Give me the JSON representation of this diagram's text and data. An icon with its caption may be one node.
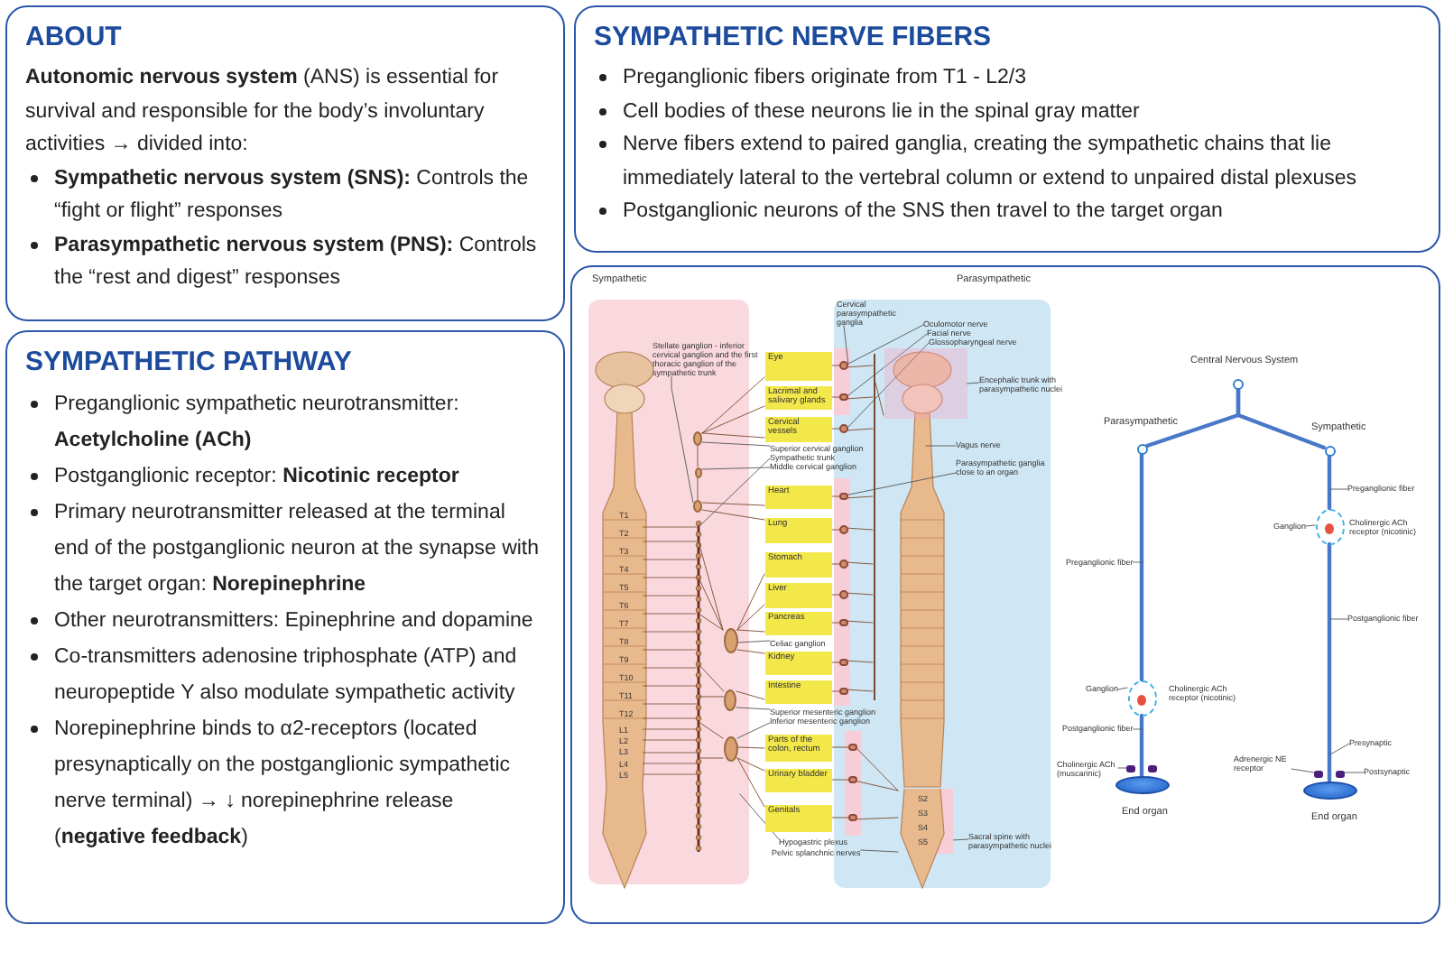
{
  "diagram": {
    "nodes": [
      {
        "text": [
          "ABOUT",
          "**Autonomic nervous system** (ANS) is essential for survival and responsible for the body’s involuntary activities → divided into:",
          "**Sympathetic nervous system (SNS):** Controls the “fight or flight” responses",
          "**Parasympathetic nervous system (PNS):** Controls the “rest and digest” responses"
        ]
      },
      {
        "text": [
          "SYMPATHETIC NERVE FIBERS",
          "Preganglionic fibers originate from T1 - L2/3",
          "Cell bodies of these neurons lie in the spinal gray matter",
          "Nerve fibers extend to paired ganglia, creating the sympathetic chains that lie immediately lateral to the vertebral column or extend to unpaired distal plexuses",
          "Postganglionic neurons of the SNS then travel to the target organ"
        ]
      },
      {
        "text": [
          "SYMPATHETIC PATHWAY",
          "Preganglionic sympathetic neurotransmitter: **Acetylcholine (ACh)**",
          "Postganglionic receptor: **Nicotinic receptor**",
          "Primary neurotransmitter released at the terminal end of the postganglionic neuron at the synapse with the target organ: **Norepinephrine**",
          "Other neurotransmitters: Epinephrine and dopamine",
          "Co-transmitters adenosine triphosphate (ATP) and neuropeptide Y also modulate sympathetic activity",
          "Norepinephrine binds to α2-receptors (located presynaptically on the postganglionic sympathetic nerve terminal) → ↓ norepinephrine release (**negative feedback**)"
        ]
      },
      {
        "text": [],
        "shape": "box"
      },
      {
        "text": [
          "Eye"
        ],
        "in": 3
      },
      {
        "text": [
          "Lacrimal and salivary glands"
        ],
        "in": 3
      },
      {
        "text": [
          "Cervical vessels"
        ],
        "in": 3
      },
      {
        "text": [
          "Heart"
        ],
        "in": 3
      },
      {
        "text": [
          "Lung"
        ],
        "in": 3
      },
      {
        "text": [
          "Stomach"
        ],
        "in": 3
      },
      {
        "text": [
          "Liver"
        ],
        "in": 3
      },
      {
        "text": [
          "Pancreas"
        ],
        "in": 3
      },
      {
        "text": [
          "Kidney"
        ],
        "in": 3
      },
      {
        "text": [
          "Intestine"
        ],
        "in": 3
      },
      {
        "text": [
          "Parts of the colon, rectum"
        ],
        "in": 3
      },
      {
        "text": [
          "Urinary bladder"
        ],
        "in": 3
      },
      {
        "text": [
          "Genitals"
        ],
        "in": 3
      },
      {
        "text": [
          "Stellate ganglion - inferior cervical ganglion and the first thoracic ganglion of the sympathetic trunk"
        ],
        "in": 3
      },
      {
        "text": [
          "Superior cervical ganglion"
        ],
        "in": 3
      },
      {
        "text": [
          "Sympathetic trunk"
        ],
        "in": 3
      },
      {
        "text": [
          "Middle cervical ganglion"
        ],
        "in": 3
      },
      {
        "text": [
          "Celiac ganglion"
        ],
        "in": 3
      },
      {
        "text": [
          "Superior mesenteric ganglion"
        ],
        "in": 3
      },
      {
        "text": [
          "Inferior mesenteric ganglion"
        ],
        "in": 3
      },
      {
        "text": [
          "Hypogastric plexus"
        ],
        "in": 3
      },
      {
        "text": [
          "Pelvic splanchnic nerves"
        ],
        "in": 3
      },
      {
        "text": [
          "Cervical parasympathetic ganglia"
        ],
        "in": 3
      },
      {
        "text": [
          "Oculomotor nerve"
        ],
        "in": 3
      },
      {
        "text": [
          "Facial nerve"
        ],
        "in": 3
      },
      {
        "text": [
          "Glossopharyngeal nerve"
        ],
        "in": 3
      },
      {
        "text": [
          "Encephalic trunk with parasympathetic nuclei"
        ],
        "in": 3
      },
      {
        "text": [
          "Vagus nerve"
        ],
        "in": 3
      },
      {
        "text": [
          "Parasympathetic ganglia close to an organ"
        ],
        "in": 3
      },
      {
        "text": [
          "Sacral spine with parasympathetic nuclei"
        ],
        "in": 3
      },
      {
        "text": [],
        "shape": "circle",
        "in": 3,
        "beside": [
          "Central Nervous System"
        ]
      },
      {
        "text": [],
        "shape": "circle",
        "in": 3,
        "beside": [
          "Parasympathetic"
        ]
      },
      {
        "text": [],
        "shape": "circle",
        "in": 3,
        "beside": [
          "Sympathetic"
        ]
      },
      {
        "text": [],
        "shape": "circle",
        "in": 3,
        "beside": [
          "Cholinergic ACh receptor (nicotinic)"
        ]
      },
      {
        "text": [],
        "shape": "circle",
        "in": 3,
        "beside": [
          "Cholinergic ACh receptor (nicotinic)"
        ]
      },
      {
        "text": [],
        "shape": "cylinder",
        "in": 3,
        "beside": [
          "End organ"
        ]
      },
      {
        "text": [],
        "shape": "cylinder",
        "in": 3,
        "beside": [
          "End organ"
        ]
      },
      {
        "text": [
          "Preganglionic fiber"
        ],
        "in": 3
      },
      {
        "text": [
          "Ganglion"
        ],
        "in": 3
      },
      {
        "text": [
          "Postganglionic fiber"
        ],
        "in": 3
      },
      {
        "text": [
          "Cholinergic ACh (muscarinic)"
        ],
        "in": 3
      },
      {
        "text": [
          "Preganglionic fiber"
        ],
        "in": 3
      },
      {
        "text": [
          "Ganglion"
        ],
        "in": 3
      },
      {
        "text": [
          "Postganglionic fiber"
        ],
        "in": 3
      },
      {
        "text": [
          "Presynaptic"
        ],
        "in": 3
      },
      {
        "text": [
          "Adrenergic NE receptor"
        ],
        "in": 3
      },
      {
        "text": [
          "Postsynaptic"
        ],
        "in": 3
      },
      {
        "text": [],
        "shape": "circle",
        "in": 77
      },
      {
        "text": [],
        "shape": "circle",
        "in": 77
      },
      {
        "text": [],
        "shape": "circle",
        "in": 77
      },
      {
        "text": [],
        "shape": "circle",
        "in": 3
      },
      {
        "text": [],
        "shape": "circle",
        "in": 3
      },
      {
        "text": [],
        "shape": "circle",
        "in": 3
      },
      {
        "text": [],
        "shape": "circle",
        "in": 3
      },
      {
        "text": [],
        "shape": "circle",
        "in": 3
      },
      {
        "text": [],
        "shape": "circle",
        "in": 3
      },
      {
        "text": [],
        "shape": "circle",
        "in": 3
      },
      {
        "text": [],
        "shape": "circle",
        "in": 3
      },
      {
        "text": [],
        "shape": "circle",
        "in": 3
      },
      {
        "text": [],
        "shape": "circle",
        "in": 3
      },
      {
        "text": [],
        "shape": "circle",
        "in": 3
      },
      {
        "text": [],
        "shape": "circle",
        "in": 3
      },
      {
        "text": [],
        "shape": "circle",
        "in": 3
      },
      {
        "text": [],
        "shape": "circle",
        "in": 3
      },
      {
        "text": [],
        "shape": "circle",
        "in": 3
      },
      {
        "text": [],
        "shape": "circle",
        "in": 3
      },
      {
        "text": [],
        "shape": "bar",
        "in": 3
      },
      {
        "text": [],
        "shape": "box",
        "in": 3
      },
      {
        "text": [],
        "shape": "box",
        "in": 3
      },
      {
        "text": [],
        "shape": "box",
        "in": 3
      },
      {
        "text": [],
        "shape": "box",
        "in": 3
      },
      {
        "text": [
          "S2",
          "S3",
          "S4",
          "S5"
        ],
        "in": 3
      },
      {
        "text": [],
        "shape": "box",
        "in": 3
      },
      {
        "text": [],
        "shape": "picture",
        "in": 3
      },
      {
        "text": [],
        "shape": "picture",
        "in": 3
      }
    ],
    "edges": [
      {
        "from": 51,
        "to": 4,
        "arrow": "none"
      },
      {
        "from": 51,
        "to": 5,
        "arrow": "none"
      },
      {
        "from": 51,
        "to": 6,
        "arrow": "none"
      },
      {
        "from": 53,
        "to": 7,
        "arrow": "none"
      },
      {
        "from": 53,
        "to": 8,
        "arrow": "none"
      },
      {
        "from": 54,
        "to": 9,
        "arrow": "none"
      },
      {
        "from": 54,
        "to": 10,
        "arrow": "none"
      },
      {
        "from": 54,
        "to": 11,
        "arrow": "none"
      },
      {
        "from": 54,
        "to": 12,
        "arrow": "none"
      },
      {
        "from": 55,
        "to": 13,
        "arrow": "none"
      },
      {
        "from": 56,
        "to": 14,
        "arrow": "none"
      },
      {
        "from": 56,
        "to": 15,
        "arrow": "none"
      },
      {
        "from": 56,
        "to": 16,
        "arrow": "none"
      },
      {
        "from": 4,
        "to": 57,
        "arrow": "none"
      },
      {
        "from": 5,
        "to": 58,
        "arrow": "none"
      },
      {
        "from": 6,
        "to": 59,
        "arrow": "none"
      },
      {
        "from": 7,
        "to": 60,
        "arrow": "none"
      },
      {
        "from": 8,
        "to": 61,
        "arrow": "none"
      },
      {
        "from": 9,
        "to": 62,
        "arrow": "none"
      },
      {
        "from": 10,
        "to": 63,
        "arrow": "none"
      },
      {
        "from": 11,
        "to": 64,
        "arrow": "none"
      },
      {
        "from": 12,
        "to": 65,
        "arrow": "none"
      },
      {
        "from": 13,
        "to": 66,
        "arrow": "none"
      },
      {
        "from": 14,
        "to": 67,
        "arrow": "none"
      },
      {
        "from": 15,
        "to": 68,
        "arrow": "none"
      },
      {
        "from": 16,
        "to": 69,
        "arrow": "none"
      },
      {
        "from": 57,
        "to": 70,
        "arrow": "none"
      },
      {
        "from": 58,
        "to": 70,
        "arrow": "none"
      },
      {
        "from": 59,
        "to": 70,
        "arrow": "none"
      },
      {
        "from": 60,
        "to": 70,
        "arrow": "none"
      },
      {
        "from": 61,
        "to": 70,
        "arrow": "none"
      },
      {
        "from": 62,
        "to": 70,
        "arrow": "none"
      },
      {
        "from": 63,
        "to": 70,
        "arrow": "none"
      },
      {
        "from": 64,
        "to": 70,
        "arrow": "none"
      },
      {
        "from": 65,
        "to": 70,
        "arrow": "none"
      },
      {
        "from": 66,
        "to": 70,
        "arrow": "none"
      },
      {
        "from": 70,
        "to": 76,
        "arrow": "none"
      },
      {
        "from": 67,
        "to": 75,
        "arrow": "none"
      },
      {
        "from": 68,
        "to": 75,
        "arrow": "none"
      },
      {
        "from": 69,
        "to": 75,
        "arrow": "none"
      },
      {
        "from": 51,
        "to": 52,
        "arrow": "none"
      },
      {
        "from": 52,
        "to": 53,
        "arrow": "none"
      },
      {
        "from": 77,
        "to": 54,
        "arrow": "none"
      },
      {
        "from": 77,
        "to": 54,
        "arrow": "none"
      },
      {
        "from": 77,
        "to": 54,
        "arrow": "none"
      },
      {
        "from": 77,
        "to": 55,
        "arrow": "none"
      },
      {
        "from": 77,
        "to": 55,
        "arrow": "none"
      },
      {
        "from": 77,
        "to": 56,
        "arrow": "none"
      },
      {
        "from": 77,
        "to": 56,
        "arrow": "none"
      },
      {
        "from": 17,
        "to": 53,
        "arrow": "none",
        "color": "#555555"
      },
      {
        "from": 18,
        "to": 51,
        "arrow": "none",
        "color": "#555555"
      },
      {
        "from": 19,
        "to": 77,
        "arrow": "none",
        "color": "#555555"
      },
      {
        "from": 20,
        "to": 52,
        "arrow": "none",
        "color": "#555555"
      },
      {
        "from": 21,
        "to": 54,
        "arrow": "none",
        "color": "#555555"
      },
      {
        "from": 22,
        "to": 55,
        "arrow": "none",
        "color": "#555555"
      },
      {
        "from": 23,
        "to": 56,
        "arrow": "none",
        "color": "#555555"
      },
      {
        "from": 24,
        "to": null,
        "arrow": "none",
        "color": "#555555"
      },
      {
        "from": 25,
        "to": 75,
        "arrow": "none",
        "color": "#555555"
      },
      {
        "from": 26,
        "to": 57,
        "arrow": "none",
        "color": "#555555"
      },
      {
        "from": 27,
        "to": 57,
        "arrow": "none",
        "color": "#555555"
      },
      {
        "from": 28,
        "to": 58,
        "arrow": "none",
        "color": "#555555"
      },
      {
        "from": 29,
        "to": 59,
        "arrow": "none",
        "color": "#555555"
      },
      {
        "from": 30,
        "to": 76,
        "arrow": "none",
        "color": "#555555"
      },
      {
        "from": 31,
        "to": 78,
        "arrow": "none",
        "color": "#555555"
      },
      {
        "from": 32,
        "to": 60,
        "arrow": "none",
        "color": "#555555"
      },
      {
        "from": 33,
        "to": 75,
        "arrow": "none",
        "color": "#555555"
      },
      {
        "from": 34,
        "to": 35,
        "arrow": "none",
        "style": "thick",
        "color": "#4a78c8"
      },
      {
        "from": 34,
        "to": 36,
        "arrow": "none",
        "style": "thick",
        "color": "#4a78c8"
      },
      {
        "from": 35,
        "to": 37,
        "arrow": "none",
        "style": "thick",
        "color": "#4a78c8"
      },
      {
        "from": 37,
        "to": 39,
        "arrow": "none",
        "style": "thick",
        "color": "#4a78c8"
      },
      {
        "from": 36,
        "to": 38,
        "arrow": "none",
        "style": "thick",
        "color": "#4a78c8"
      },
      {
        "from": 38,
        "to": 40,
        "arrow": "none",
        "style": "thick",
        "color": "#4a78c8"
      },
      {
        "from": 41,
        "to": null,
        "arrow": "none",
        "color": "#555555"
      },
      {
        "from": 42,
        "to": 37,
        "arrow": "none",
        "color": "#555555"
      },
      {
        "from": 43,
        "to": null,
        "arrow": "none",
        "color": "#555555"
      },
      {
        "from": 44,
        "to": 71,
        "arrow": "none",
        "color": "#555555"
      },
      {
        "from": 45,
        "to": null,
        "arrow": "none",
        "color": "#555555"
      },
      {
        "from": 46,
        "to": 38,
        "arrow": "none",
        "color": "#555555"
      },
      {
        "from": 47,
        "to": null,
        "arrow": "none",
        "color": "#555555"
      },
      {
        "from": 48,
        "to": null,
        "arrow": "none",
        "color": "#555555"
      },
      {
        "from": 49,
        "to": 73,
        "arrow": "none",
        "color": "#555555"
      },
      {
        "from": 50,
        "to": 74,
        "arrow": "none",
        "color": "#555555"
      }
    ],
    "labels": [
      "Sympathetic",
      "Parasympathetic",
      "T1",
      "T2",
      "T3",
      "T4",
      "T5",
      "T6",
      "T7",
      "T8",
      "T9",
      "T10",
      "T11",
      "T12",
      "L1",
      "L2",
      "L3",
      "L4",
      "L5"
    ]
  }
}
